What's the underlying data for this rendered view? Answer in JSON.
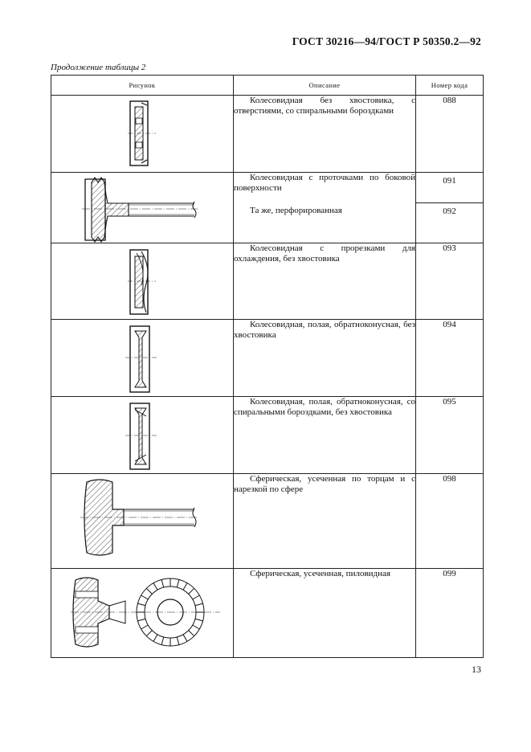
{
  "header": {
    "standard": "ГОСТ 30216—94/ГОСТ Р 50350.2—92"
  },
  "continuation": "Продолжение таблицы 2",
  "table": {
    "columns": [
      "Рисунок",
      "Описание",
      "Номер кода"
    ],
    "rows": [
      {
        "description": "Колесовидная без хвостовика, с отверстиями, со спиральными бороздками",
        "code": "088",
        "figure": "wheel-with-holes-icon"
      },
      {
        "description": "Колесовидная с проточками по боковой поверхности",
        "code": "091",
        "description2": "Та же, перфорированная",
        "code2": "092",
        "figure": "grooved-wheel-with-shank-icon"
      },
      {
        "description": "Колесовидная с прорезками для охлаждения, без хвостовика",
        "code": "093",
        "figure": "wheel-cooling-slots-icon"
      },
      {
        "description": "Колесовидная, полая, обратноконусная, без хвостовика",
        "code": "094",
        "figure": "hollow-reverse-cone-wheel-icon"
      },
      {
        "description": "Колесовидная, полая, обратноконусная, со спиральными бороздками, без хвостовика",
        "code": "095",
        "figure": "hollow-reverse-cone-spiral-wheel-icon"
      },
      {
        "description": "Сферическая, усеченная по торцам и с нарезкой по сфере",
        "code": "098",
        "figure": "truncated-sphere-with-shank-icon"
      },
      {
        "description": "Сферическая, усеченная, пиловидная",
        "code": "099",
        "figure": "saw-sphere-with-gear-icon"
      }
    ]
  },
  "page_number": "13"
}
